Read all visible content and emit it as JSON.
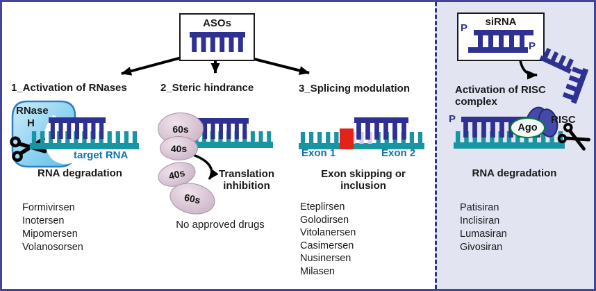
{
  "colors": {
    "strand_dark_blue": "#2e3192",
    "strand_teal": "#1795a3",
    "rna_label_blue": "#1273b0",
    "exon_block_red": "#e2231a",
    "pale_exon_segment": "#d9cde3",
    "right_panel_background": "#e2e4f2",
    "figure_border": "#45439b",
    "ribosome_fill": "#d8c4d4",
    "rnase_blob_fill": "#8fd0f0",
    "ago_border_green": "#0b7a3e",
    "risc_blob_blue": "#4449ac"
  },
  "aso_box": {
    "label": "ASOs"
  },
  "sections": {
    "activation": {
      "heading": "1_Activation of RNases",
      "enzyme_line1": "RNase",
      "enzyme_line2": "H",
      "target_rna_label": "target RNA",
      "outcome": "RNA degradation",
      "drugs": [
        "Formivirsen",
        "Inotersen",
        "Mipomersen",
        "Volanosorsen"
      ]
    },
    "steric": {
      "heading": "2_Steric hindrance",
      "ribosome_60s": "60s",
      "ribosome_40s": "40s",
      "outcome_line1": "Translation",
      "outcome_line2": "inhibition",
      "note": "No approved drugs"
    },
    "splicing": {
      "heading": "3_Splicing modulation",
      "exon1": "Exon 1",
      "exon2": "Exon 2",
      "outcome_line1": "Exon skipping or",
      "outcome_line2": "inclusion",
      "drugs": [
        "Eteplirsen",
        "Golodirsen",
        "Vitolanersen",
        "Casimersen",
        "Nusinersen",
        "Milasen"
      ]
    },
    "sirna": {
      "box_label": "siRNA",
      "phosphate_top": "P",
      "phosphate_bottom": "P",
      "phosphate_strand": "P",
      "heading_line1": "Activation of RISC",
      "heading_line2": "complex",
      "ago_label": "Ago",
      "risc_label": "RISC",
      "outcome": "RNA degradation",
      "drugs": [
        "Patisiran",
        "Inclisiran",
        "Lumasiran",
        "Givosiran"
      ]
    }
  }
}
